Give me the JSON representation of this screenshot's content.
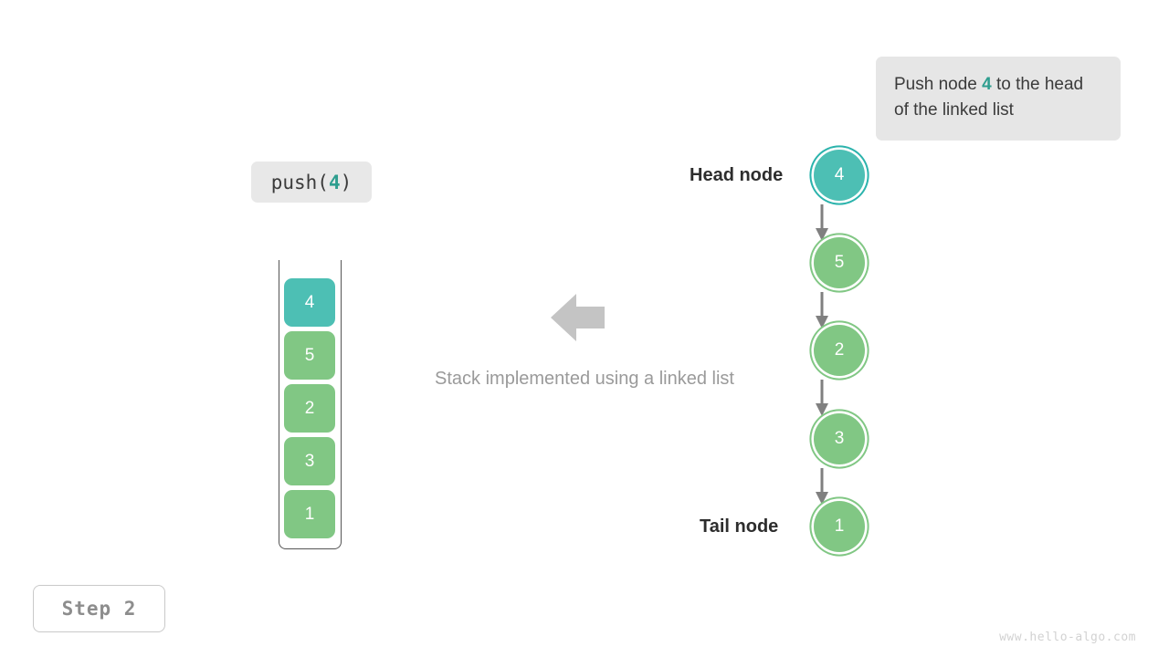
{
  "annotation": {
    "prefix": "Push node ",
    "highlight": "4",
    "suffix": " to the head of the linked list"
  },
  "operation": {
    "name": "push(",
    "argument": "4",
    "close": ")"
  },
  "stack": {
    "cells": [
      {
        "value": "4",
        "color": "teal"
      },
      {
        "value": "5",
        "color": "green"
      },
      {
        "value": "2",
        "color": "green"
      },
      {
        "value": "3",
        "color": "green"
      },
      {
        "value": "1",
        "color": "green"
      }
    ]
  },
  "center": {
    "arrow_icon": "left-arrow-icon",
    "caption": "Stack implemented using a linked list"
  },
  "linked_list": {
    "head_label": "Head node",
    "tail_label": "Tail node",
    "nodes": [
      {
        "value": "4",
        "color": "teal"
      },
      {
        "value": "5",
        "color": "green"
      },
      {
        "value": "2",
        "color": "green"
      },
      {
        "value": "3",
        "color": "green"
      },
      {
        "value": "1",
        "color": "green"
      }
    ]
  },
  "step": {
    "label": "Step 2"
  },
  "watermark": {
    "text": "www.hello-algo.com"
  },
  "colors": {
    "teal": "#4dbfb4",
    "teal_ring": "#2bb3ac",
    "teal_text": "#2e9e8f",
    "green": "#81c784",
    "arrow_gray": "#c4c4c4",
    "caption_gray": "#9a9a9a",
    "callout_bg": "#e6e6e6"
  }
}
